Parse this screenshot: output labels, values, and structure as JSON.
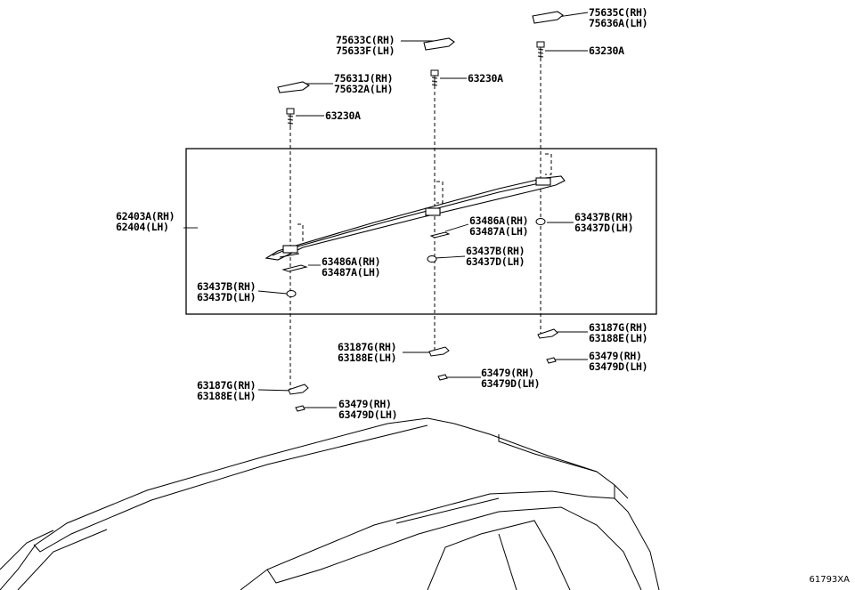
{
  "diagram": {
    "figure_id": "61793XA",
    "labels": {
      "cover_rear": [
        "75635C(RH)",
        "75636A(LH)"
      ],
      "bolt_rear": [
        "63230A"
      ],
      "cover_center": [
        "75633C(RH)",
        "75633F(LH)"
      ],
      "bolt_center": [
        "63230A"
      ],
      "cover_front": [
        "75631J(RH)",
        "75632A(LH)"
      ],
      "bolt_front": [
        "63230A"
      ],
      "rail": [
        "62403A(RH)",
        "62404(LH)"
      ],
      "pad_center": [
        "63486A(RH)",
        "63487A(LH)"
      ],
      "washer_rear": [
        "63437B(RH)",
        "63437D(LH)"
      ],
      "pad_front": [
        "63486A(RH)",
        "63487A(LH)"
      ],
      "washer_center": [
        "63437B(RH)",
        "63437D(LH)"
      ],
      "washer_front": [
        "63437B(RH)",
        "63437D(LH)"
      ],
      "nut_rear": [
        "63187G(RH)",
        "63188E(LH)"
      ],
      "nut_center": [
        "63187G(RH)",
        "63188E(LH)"
      ],
      "clip_rear": [
        "63479(RH)",
        "63479D(LH)"
      ],
      "clip_center": [
        "63479(RH)",
        "63479D(LH)"
      ],
      "nut_front": [
        "63187G(RH)",
        "63188E(LH)"
      ],
      "clip_front": [
        "63479(RH)",
        "63479D(LH)"
      ]
    }
  }
}
